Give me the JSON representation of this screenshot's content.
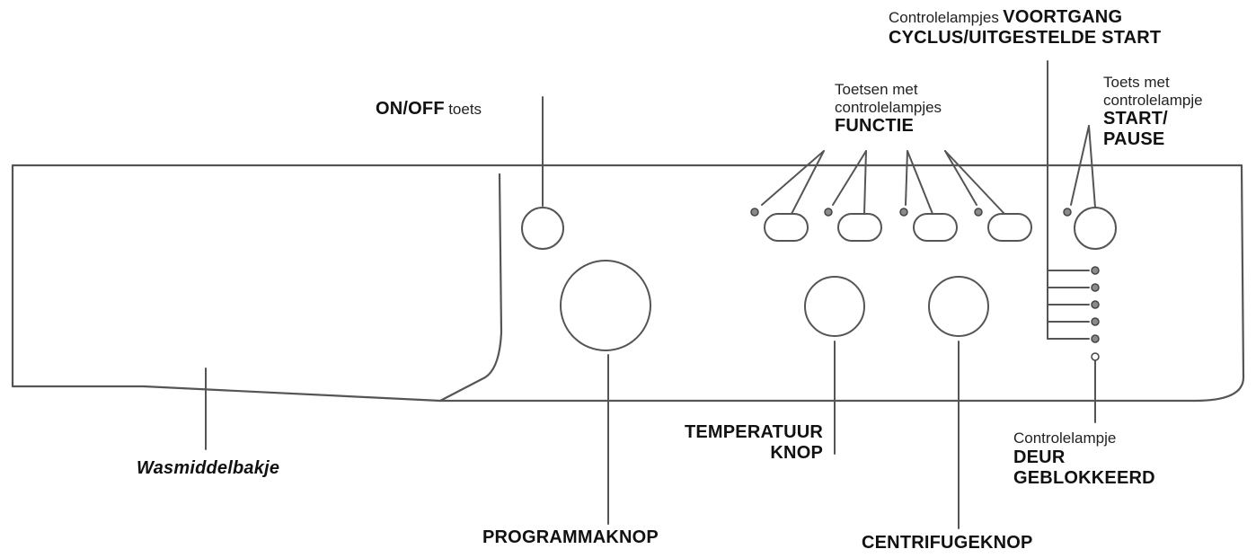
{
  "labels": {
    "onoff": {
      "bold": "ON/OFF",
      "normal": "toets"
    },
    "functie": {
      "line1": "Toetsen met",
      "line2": "controlelampjes",
      "bold": "FUNCTIE"
    },
    "voortgang": {
      "normal": "Controlelampjes",
      "bold1": "VOORTGANG",
      "bold2": "CYCLUS/UITGESTELDE START"
    },
    "startpause": {
      "line1": "Toets met",
      "line2": "controlelampje",
      "bold1": "START/",
      "bold2": "PAUSE"
    },
    "wasmiddel": "Wasmiddelbakje",
    "temperatuur": {
      "line1": "TEMPERATUUR",
      "line2": "KNOP"
    },
    "deur": {
      "normal": "Controlelampje",
      "bold1": "DEUR",
      "bold2": "GEBLOKKEERD"
    },
    "programma": "PROGRAMMAKNOP",
    "centrifuge": "CENTRIFUGEKNOP"
  },
  "colors": {
    "line": "#555555",
    "lamp": "#8a8a8a"
  }
}
